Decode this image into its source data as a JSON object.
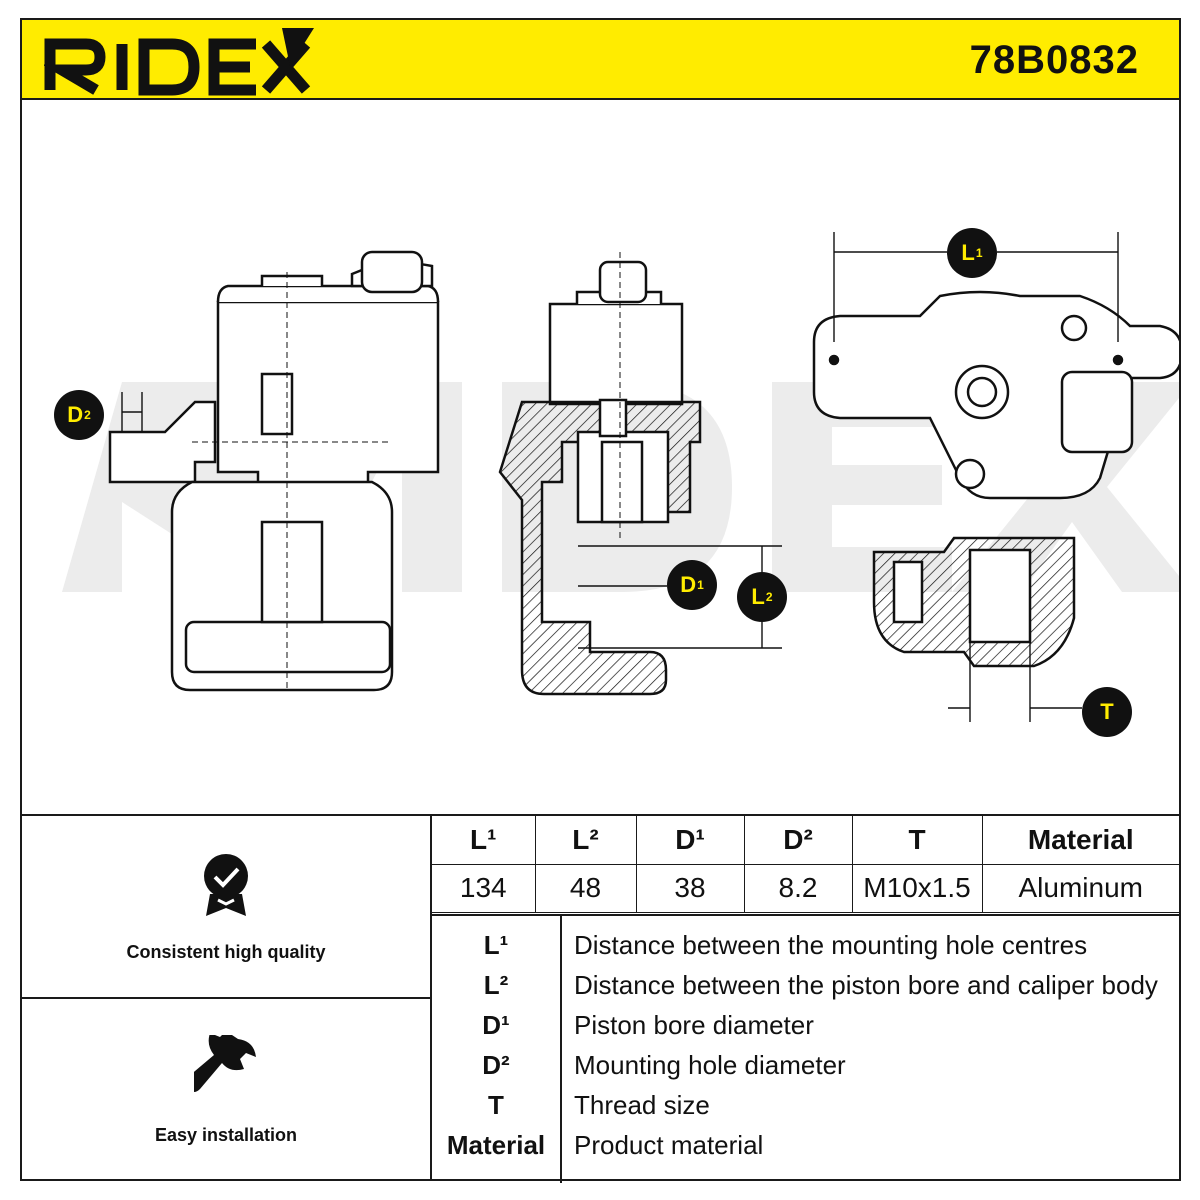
{
  "header": {
    "brand": "RIDEX",
    "part_number": "78B0832"
  },
  "badges": {
    "l1": "L",
    "l2": "L",
    "d1": "D",
    "d2": "D",
    "t": "T",
    "sup1": "1",
    "sup2": "2"
  },
  "features": [
    {
      "label": "Consistent high quality",
      "icon": "quality-badge-icon"
    },
    {
      "label": "Easy installation",
      "icon": "wrench-icon"
    }
  ],
  "spec_table": {
    "headers": [
      "L¹",
      "L²",
      "D¹",
      "D²",
      "T",
      "Material"
    ],
    "values": [
      "134",
      "48",
      "38",
      "8.2",
      "M10x1.5",
      "Aluminum"
    ]
  },
  "legend": [
    {
      "key": "L¹",
      "desc": "Distance between the mounting hole centres"
    },
    {
      "key": "L²",
      "desc": "Distance between the piston bore and caliper body"
    },
    {
      "key": "D¹",
      "desc": "Piston bore diameter"
    },
    {
      "key": "D²",
      "desc": "Mounting hole diameter"
    },
    {
      "key": "T",
      "desc": "Thread size"
    },
    {
      "key": "Material",
      "desc": "Product material"
    }
  ],
  "colors": {
    "accent": "#ffec00",
    "ink": "#111111"
  }
}
